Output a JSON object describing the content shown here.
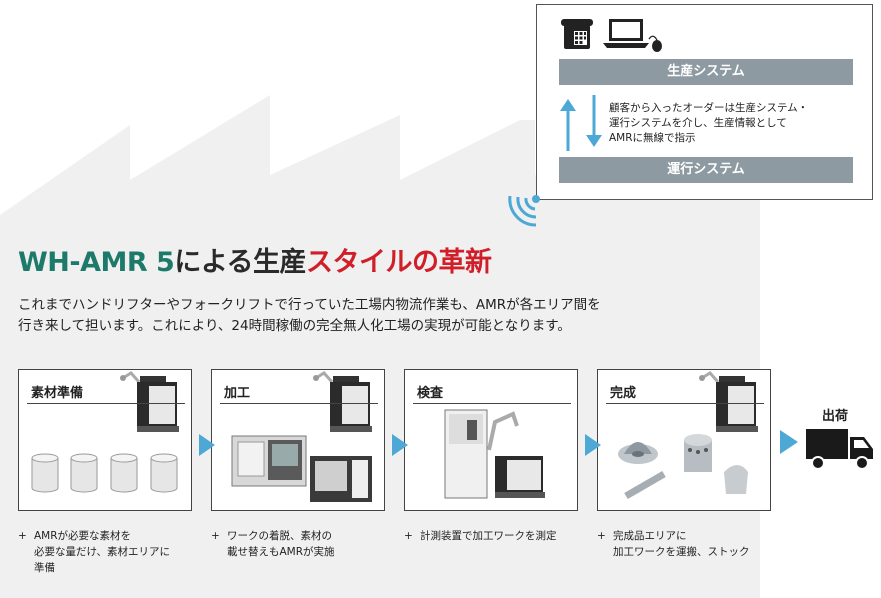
{
  "system": {
    "production_label": "生産システム",
    "operation_label": "運行システム",
    "description_lines": [
      "顧客から入ったオーダーは生産システム・",
      "運行システムを介し、生産情報として",
      "AMRに無線で指示"
    ]
  },
  "headline": {
    "part1": "WH-AMR 5",
    "part2": "による生産",
    "part3": "スタイルの革新"
  },
  "intro": {
    "line1": "これまでハンドリフターやフォークリフトで行っていた工場内物流作業も、AMRが各エリア間を",
    "line2": "行き来して担います。これにより、24時間稼働の完全無人化工場の実現が可能となります。"
  },
  "steps": [
    {
      "title": "素材準備",
      "note_lines": [
        "AMRが必要な素材を",
        "必要な量だけ、素材エリアに",
        "準備"
      ]
    },
    {
      "title": "加工",
      "note_lines": [
        "ワークの着脱、素材の",
        "載せ替えもAMRが実施"
      ]
    },
    {
      "title": "検査",
      "note_lines": [
        "計測装置で加工ワークを測定"
      ]
    },
    {
      "title": "完成",
      "note_lines": [
        "完成品エリアに",
        "加工ワークを運搬、ストック"
      ]
    }
  ],
  "plus_symbol": "+",
  "shipping_label": "出荷",
  "colors": {
    "accent_green": "#1d7a6a",
    "accent_red": "#d11f2a",
    "arrow_blue": "#4ea8d6",
    "system_bar": "#8e9aa1",
    "factory_bg": "#f0f0f0"
  }
}
